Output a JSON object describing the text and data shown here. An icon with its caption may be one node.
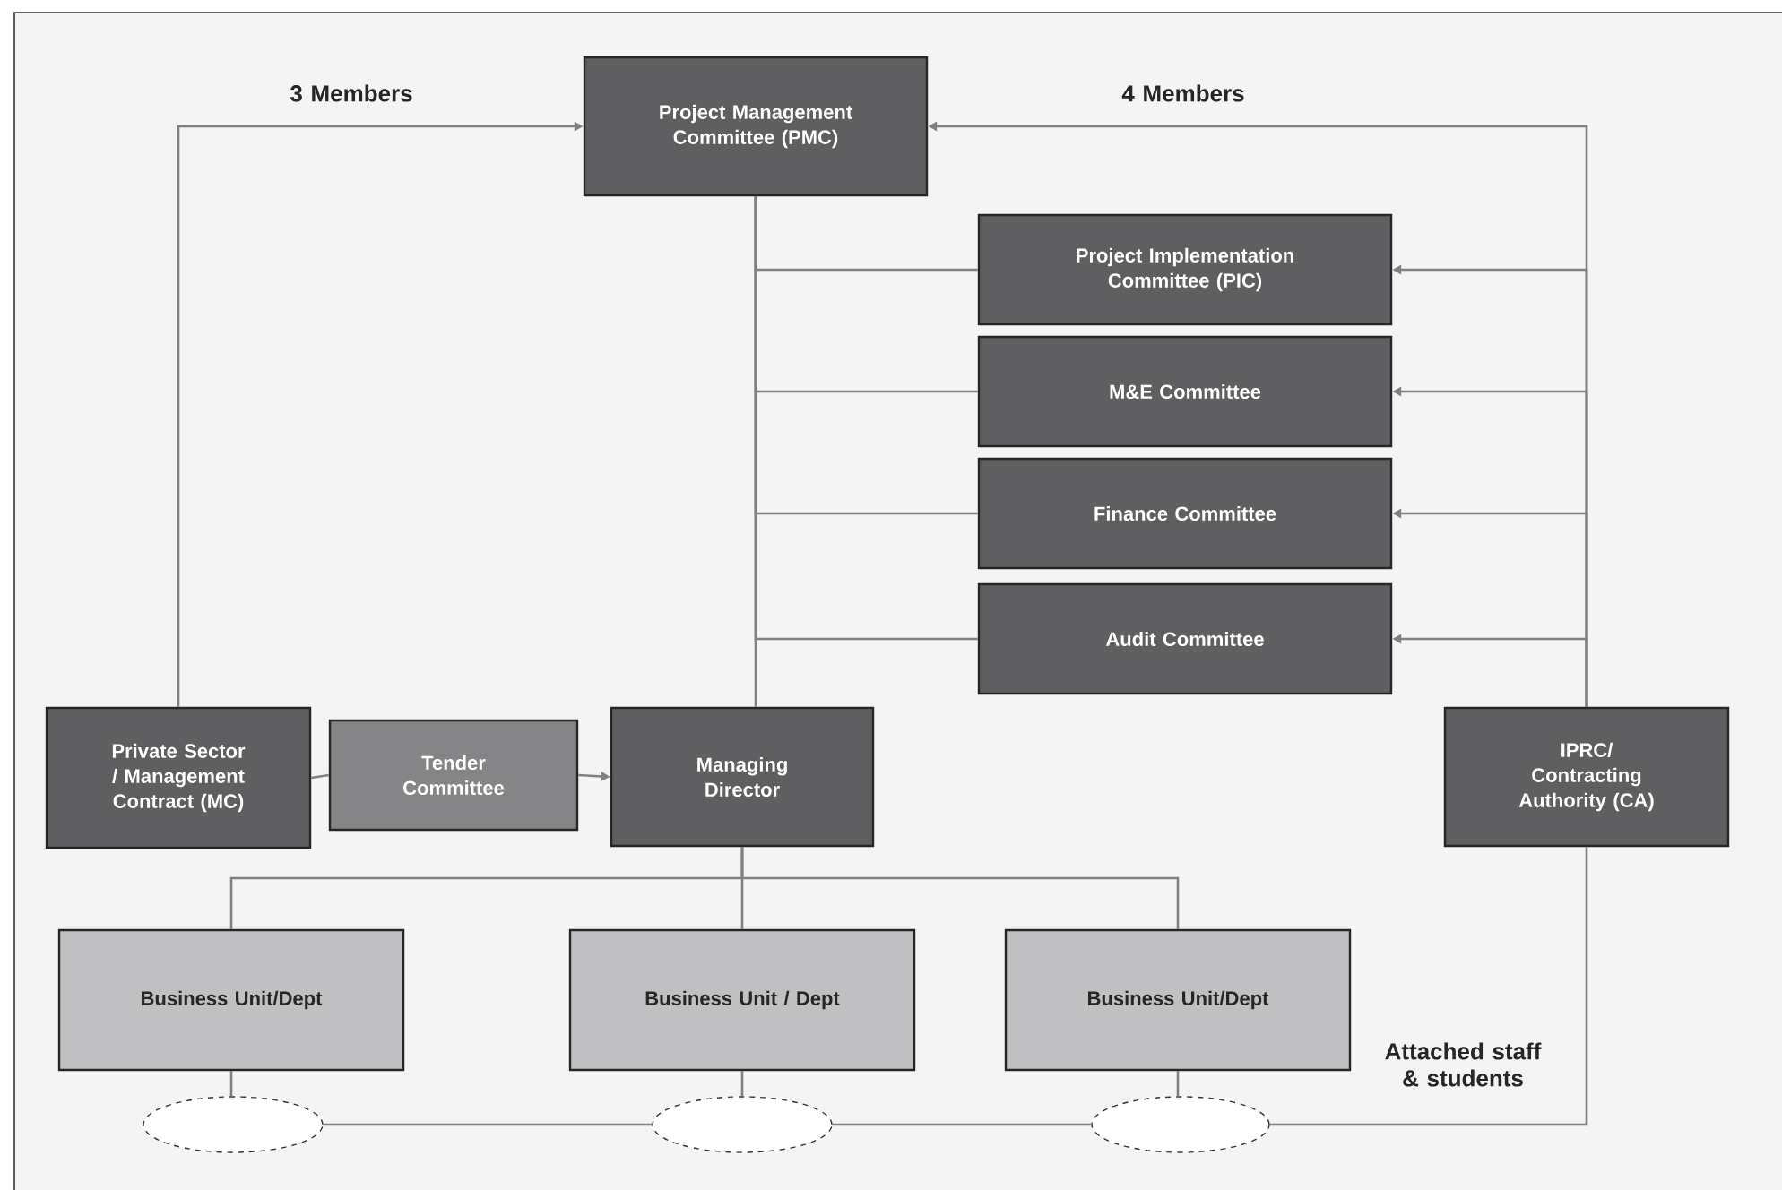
{
  "diagram": {
    "nodes": [
      {
        "text": [
          "Project Management Committee (PMC)"
        ]
      },
      {
        "text": [
          "Project Implementation Committee (PIC)"
        ]
      },
      {
        "text": [
          "M&E Committee"
        ]
      },
      {
        "text": [
          "Finance Committee"
        ]
      },
      {
        "text": [
          "Audit Committee"
        ]
      },
      {
        "text": [
          "Private Sector / Management Contract (MC)"
        ]
      },
      {
        "text": [
          "Tender Committee"
        ]
      },
      {
        "text": [
          "Managing Director"
        ]
      },
      {
        "text": [
          "IPRC/ Contracting Authority (CA)"
        ]
      },
      {
        "text": [
          "Business Unit/Dept"
        ]
      },
      {
        "text": [
          "Business Unit / Dept"
        ]
      },
      {
        "text": [
          "Business Unit/Dept"
        ]
      },
      {
        "text": [],
        "shape": "ellipse"
      },
      {
        "text": [],
        "shape": "ellipse"
      },
      {
        "text": [],
        "shape": "ellipse"
      }
    ],
    "edges": [
      {
        "from": 5,
        "to": 0,
        "arrow": "to",
        "label": "3 Members"
      },
      {
        "from": 8,
        "to": 0,
        "arrow": "to",
        "label": "4 Members"
      },
      {
        "from": 8,
        "to": 1,
        "arrow": "to"
      },
      {
        "from": 8,
        "to": 2,
        "arrow": "to"
      },
      {
        "from": 8,
        "to": 3,
        "arrow": "to"
      },
      {
        "from": 8,
        "to": 4,
        "arrow": "to"
      },
      {
        "from": 0,
        "to": 7,
        "arrow": "none"
      },
      {
        "from": 0,
        "to": 1,
        "arrow": "none"
      },
      {
        "from": 0,
        "to": 2,
        "arrow": "none"
      },
      {
        "from": 0,
        "to": 3,
        "arrow": "none"
      },
      {
        "from": 0,
        "to": 4,
        "arrow": "none"
      },
      {
        "from": 5,
        "to": 6,
        "arrow": "none"
      },
      {
        "from": 6,
        "to": 7,
        "arrow": "to"
      },
      {
        "from": 7,
        "to": 9,
        "arrow": "none"
      },
      {
        "from": 7,
        "to": 10,
        "arrow": "none"
      },
      {
        "from": 7,
        "to": 11,
        "arrow": "none"
      },
      {
        "from": 9,
        "to": 12,
        "arrow": "none"
      },
      {
        "from": 10,
        "to": 13,
        "arrow": "none"
      },
      {
        "from": 11,
        "to": 14,
        "arrow": "none"
      },
      {
        "from": 12,
        "to": 13,
        "arrow": "none"
      },
      {
        "from": 13,
        "to": 14,
        "arrow": "none"
      },
      {
        "from": 8,
        "to": 14,
        "arrow": "none",
        "label": "Attached staff & students"
      }
    ]
  }
}
